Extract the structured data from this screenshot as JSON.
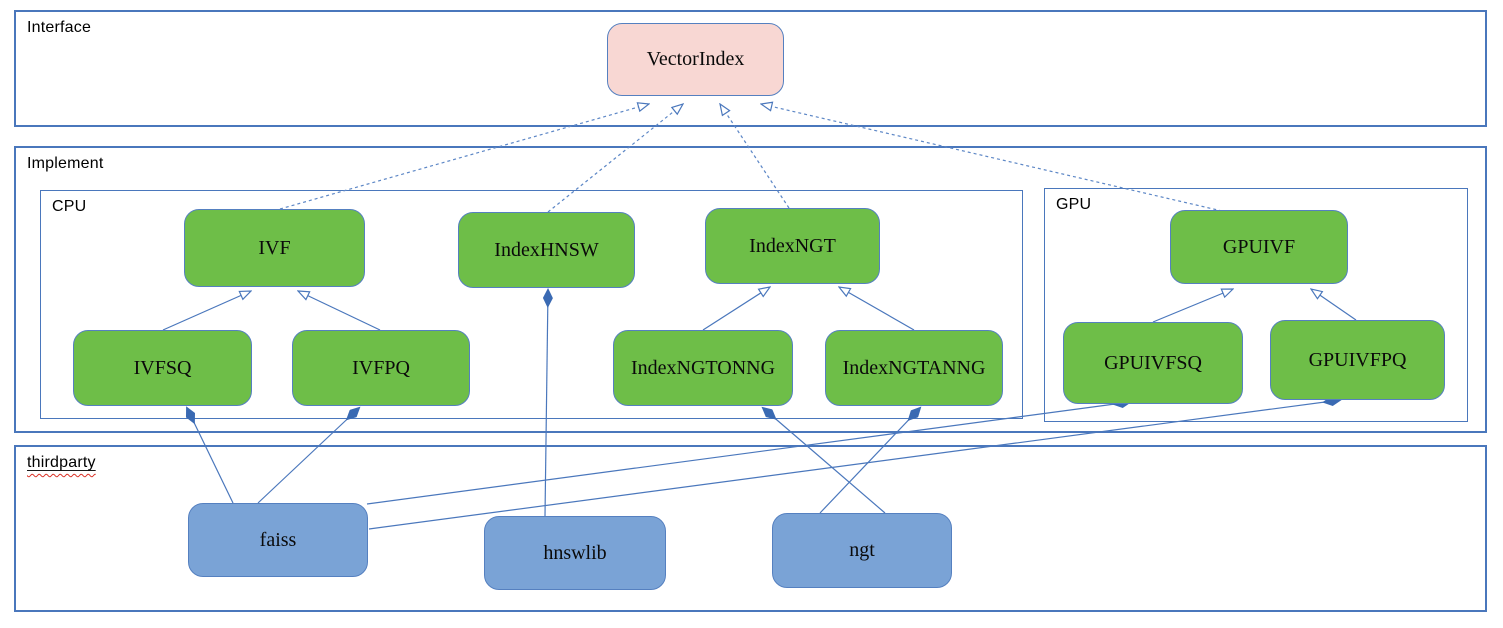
{
  "diagram": {
    "sections": {
      "interface": {
        "label": "Interface"
      },
      "implement": {
        "label": "Implement"
      },
      "cpu": {
        "label": "CPU"
      },
      "gpu": {
        "label": "GPU"
      },
      "thirdparty": {
        "label": "thirdparty"
      }
    },
    "nodes": {
      "vectorindex": {
        "label": "VectorIndex",
        "section": "interface",
        "kind": "interface"
      },
      "ivf": {
        "label": "IVF",
        "section": "cpu",
        "kind": "class"
      },
      "indexhnsw": {
        "label": "IndexHNSW",
        "section": "cpu",
        "kind": "class"
      },
      "indexngt": {
        "label": "IndexNGT",
        "section": "cpu",
        "kind": "class"
      },
      "ivfsq": {
        "label": "IVFSQ",
        "section": "cpu",
        "kind": "class"
      },
      "ivfpq": {
        "label": "IVFPQ",
        "section": "cpu",
        "kind": "class"
      },
      "indexngtonng": {
        "label": "IndexNGTONNG",
        "section": "cpu",
        "kind": "class"
      },
      "indexngtanng": {
        "label": "IndexNGTANNG",
        "section": "cpu",
        "kind": "class"
      },
      "gpuivf": {
        "label": "GPUIVF",
        "section": "gpu",
        "kind": "class"
      },
      "gpuivfsq": {
        "label": "GPUIVFSQ",
        "section": "gpu",
        "kind": "class"
      },
      "gpuivfpq": {
        "label": "GPUIVFPQ",
        "section": "gpu",
        "kind": "class"
      },
      "faiss": {
        "label": "faiss",
        "section": "thirdparty",
        "kind": "library"
      },
      "hnswlib": {
        "label": "hnswlib",
        "section": "thirdparty",
        "kind": "library"
      },
      "ngt": {
        "label": "ngt",
        "section": "thirdparty",
        "kind": "library"
      }
    },
    "edges": [
      {
        "from": "IVF",
        "to": "VectorIndex",
        "type": "realization"
      },
      {
        "from": "IndexHNSW",
        "to": "VectorIndex",
        "type": "realization"
      },
      {
        "from": "IndexNGT",
        "to": "VectorIndex",
        "type": "realization"
      },
      {
        "from": "GPUIVF",
        "to": "VectorIndex",
        "type": "realization"
      },
      {
        "from": "IVFSQ",
        "to": "IVF",
        "type": "generalization"
      },
      {
        "from": "IVFPQ",
        "to": "IVF",
        "type": "generalization"
      },
      {
        "from": "IndexNGTONNG",
        "to": "IndexNGT",
        "type": "generalization"
      },
      {
        "from": "IndexNGTANNG",
        "to": "IndexNGT",
        "type": "generalization"
      },
      {
        "from": "GPUIVFSQ",
        "to": "GPUIVF",
        "type": "generalization"
      },
      {
        "from": "GPUIVFPQ",
        "to": "GPUIVF",
        "type": "generalization"
      },
      {
        "from": "faiss",
        "to": "IVFSQ",
        "type": "composition"
      },
      {
        "from": "faiss",
        "to": "IVFPQ",
        "type": "composition"
      },
      {
        "from": "faiss",
        "to": "GPUIVFSQ",
        "type": "composition"
      },
      {
        "from": "faiss",
        "to": "GPUIVFPQ",
        "type": "composition"
      },
      {
        "from": "hnswlib",
        "to": "IndexHNSW",
        "type": "composition"
      },
      {
        "from": "ngt",
        "to": "IndexNGTONNG",
        "type": "composition"
      },
      {
        "from": "ngt",
        "to": "IndexNGTANNG",
        "type": "composition"
      }
    ],
    "colors": {
      "interface_node_fill": "#f8d7d3",
      "class_node_fill": "#6ebe48",
      "library_node_fill": "#7aa3d6",
      "node_border": "#5580c0",
      "section_border": "#4a77bc",
      "connector": "#4a77bc",
      "diamond_fill": "#3a6ab3",
      "spellcheck_underline": "#d93025"
    }
  }
}
